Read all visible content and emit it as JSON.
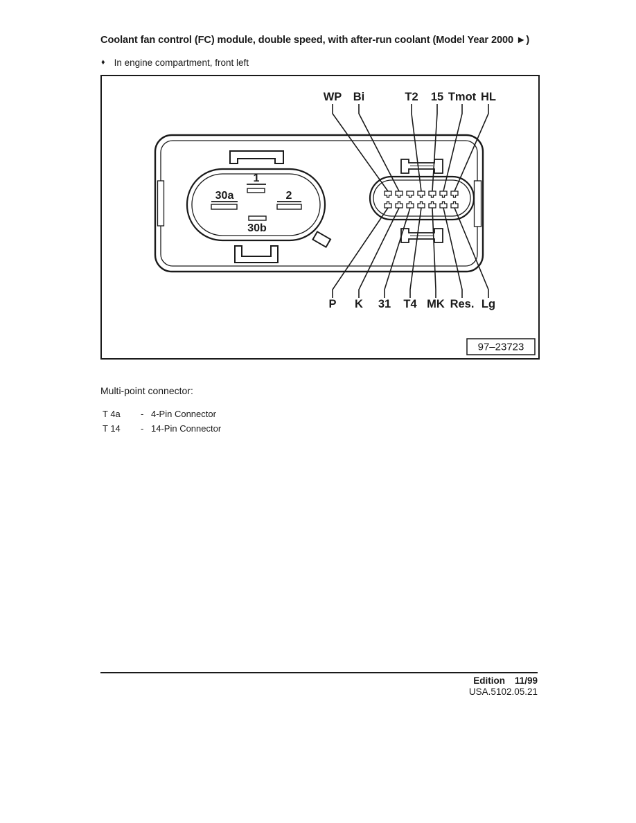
{
  "colors": {
    "ink": "#1a1a1a",
    "paper": "#ffffff"
  },
  "page": {
    "title": "Coolant fan control (FC) module, double speed, with after-run coolant (Model Year 2000 ►)",
    "bullet_glyph": "♦",
    "bullet_text": "In engine compartment, front left"
  },
  "diagram": {
    "figure_number": "97–23723",
    "connector_4pin": {
      "labels": [
        "1",
        "30a",
        "2",
        "30b"
      ]
    },
    "connector_14pin": {
      "top_labels": [
        "WP",
        "Bi",
        "T2",
        "15",
        "Tmot",
        "HL"
      ],
      "bottom_labels": [
        "P",
        "K",
        "31",
        "T4",
        "MK",
        "Res.",
        "Lg"
      ]
    }
  },
  "legend": {
    "heading": "Multi-point connector:",
    "items": [
      {
        "term": "T 4a",
        "sep": "-",
        "description": "4-Pin Connector"
      },
      {
        "term": "T 14",
        "sep": "-",
        "description": "14-Pin Connector"
      }
    ]
  },
  "footer": {
    "edition_label": "Edition",
    "edition_value": "11/99",
    "code": "USA.5102.05.21"
  }
}
